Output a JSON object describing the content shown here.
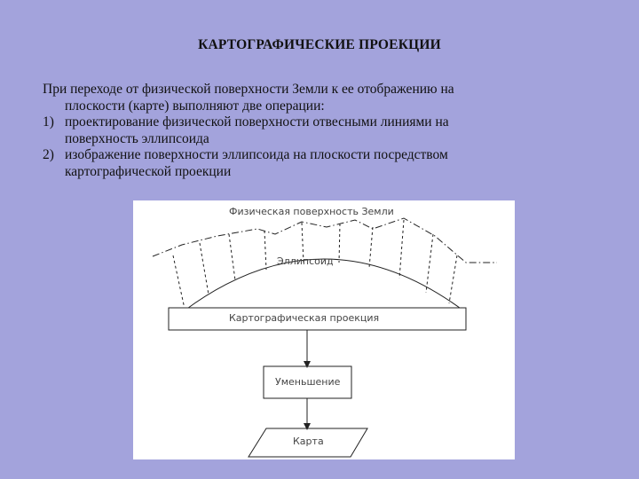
{
  "slide": {
    "title": "КАРТОГРАФИЧЕСКИЕ ПРОЕКЦИИ",
    "intro_line1": "При переходе от физической поверхности Земли к ее отображению на",
    "intro_line2": "плоскости (карте) выполняют две операции:",
    "items": [
      {
        "num": "1)",
        "line1": "проектирование физической поверхности отвесными линиями на",
        "line2": "поверхность эллипсоида"
      },
      {
        "num": "2)",
        "line1": "изображение поверхности эллипсоида на плоскости посредством",
        "line2": "картографической проекции"
      }
    ]
  },
  "diagram": {
    "physical_surface_label": "Физическая поверхность Земли",
    "ellipsoid_label": "Эллипсоид",
    "projection_label": "Картографическая проекция",
    "reduction_label": "Уменьшение",
    "map_label": "Карта",
    "colors": {
      "background": "#ffffff",
      "lines": "#222222",
      "slide_background": "#a3a3dc"
    }
  }
}
